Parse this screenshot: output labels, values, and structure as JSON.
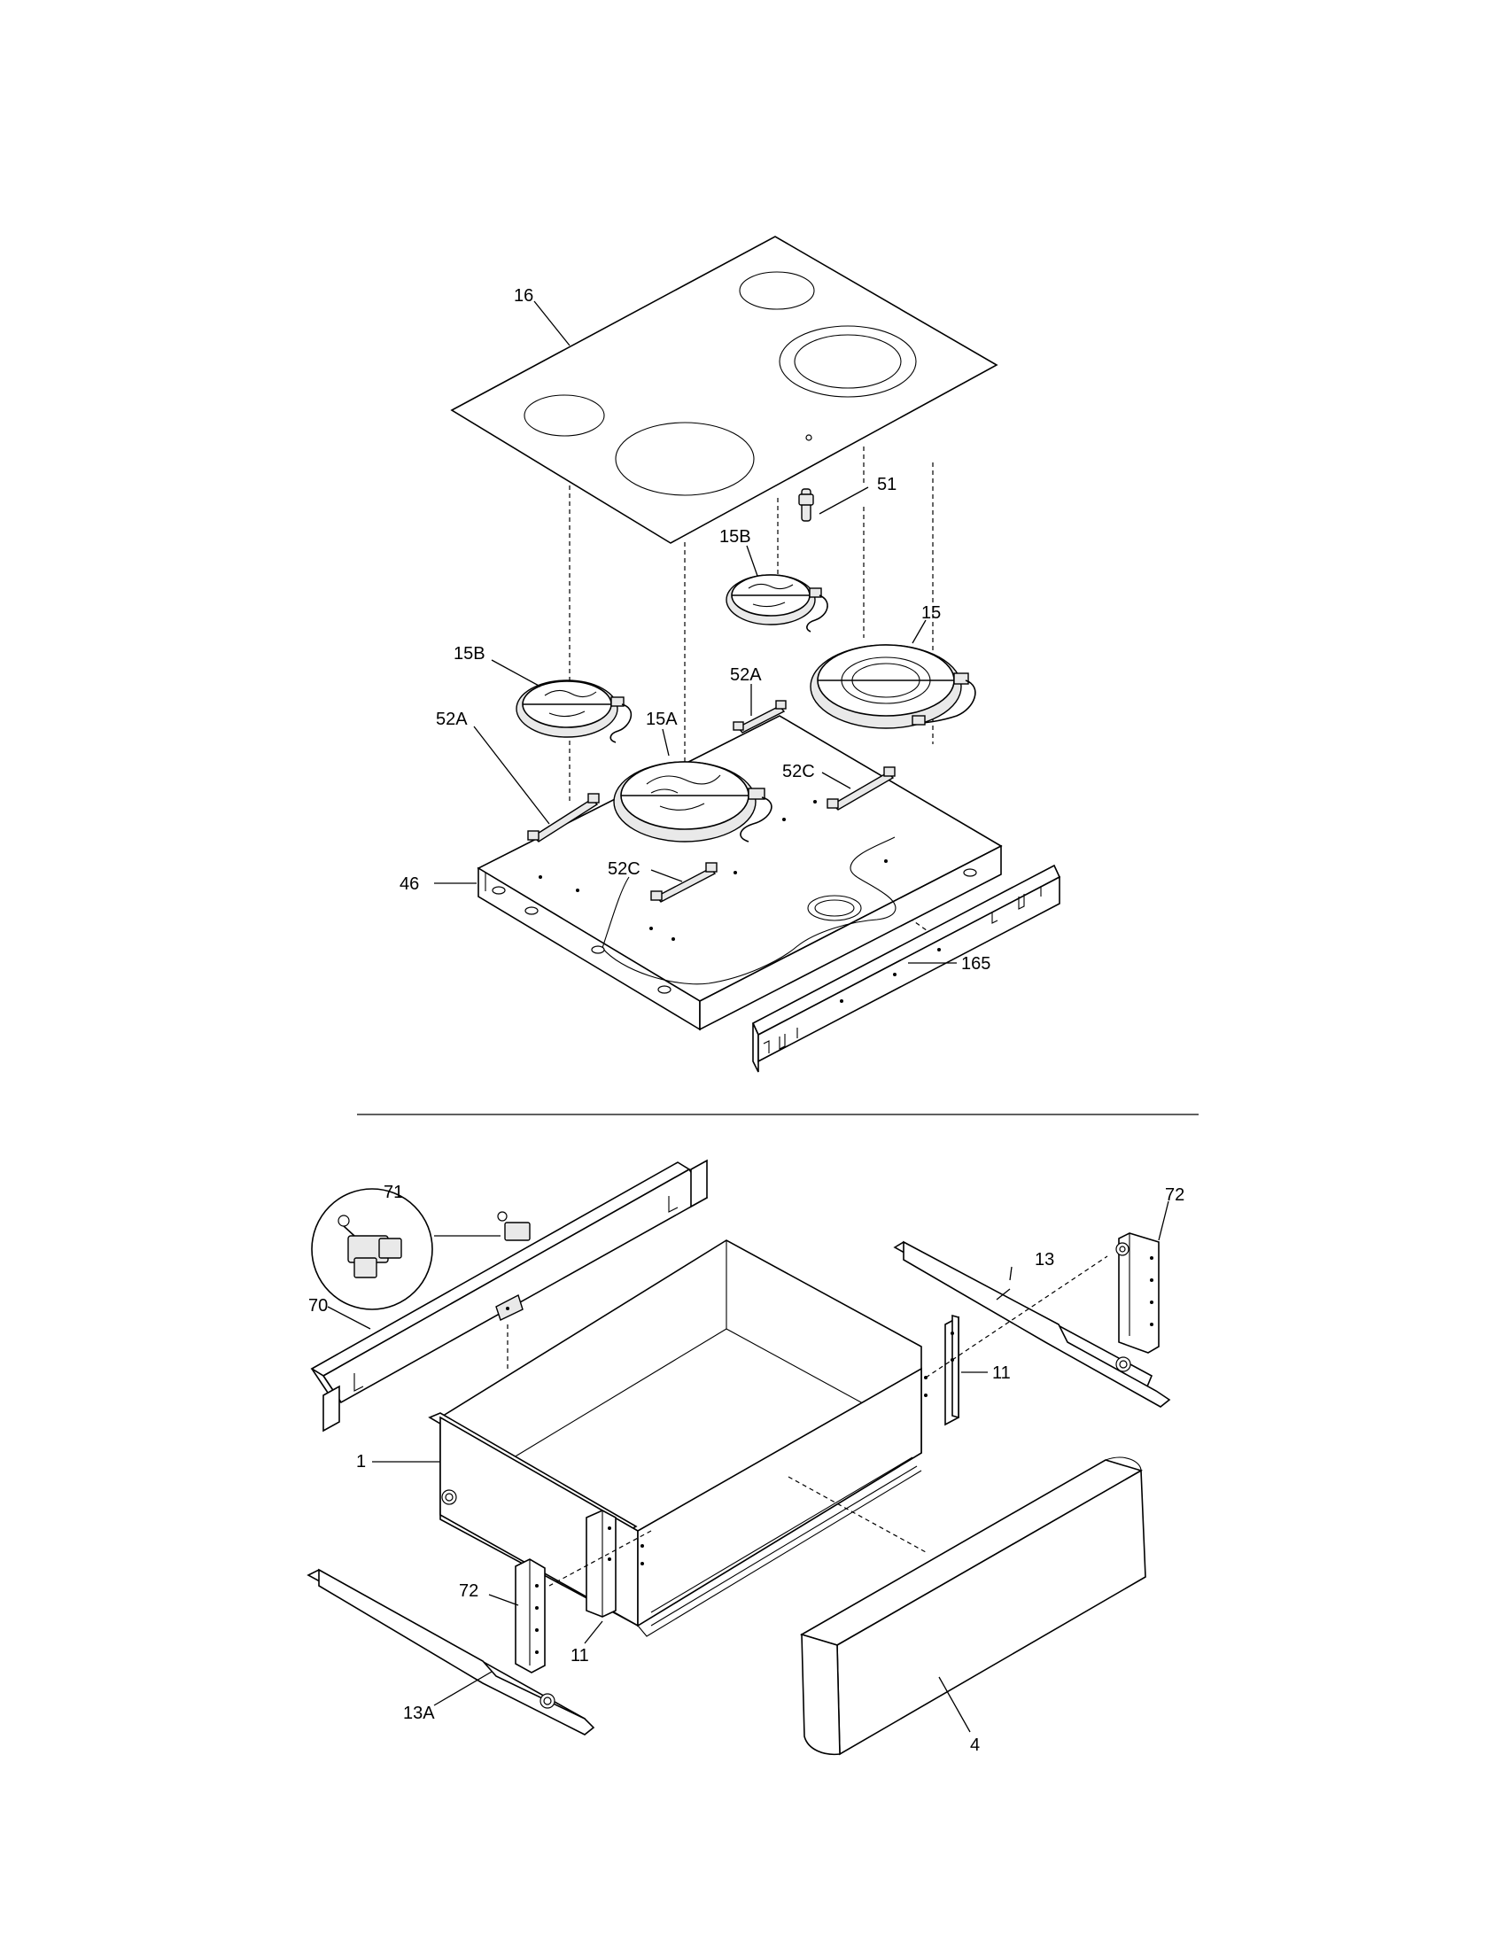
{
  "labels": {
    "p16": "16",
    "p51": "51",
    "p15B_right": "15B",
    "p15": "15",
    "p15B_left": "15B",
    "p52A_right": "52A",
    "p15A": "15A",
    "p52A_left": "52A",
    "p52C_right": "52C",
    "p52C_left": "52C",
    "p46": "46",
    "p165": "165",
    "p71": "71",
    "p70": "70",
    "p13": "13",
    "p72_right": "72",
    "p11_right": "11",
    "p1": "1",
    "p72_left": "72",
    "p11_left": "11",
    "p13A": "13A",
    "p4": "4"
  }
}
